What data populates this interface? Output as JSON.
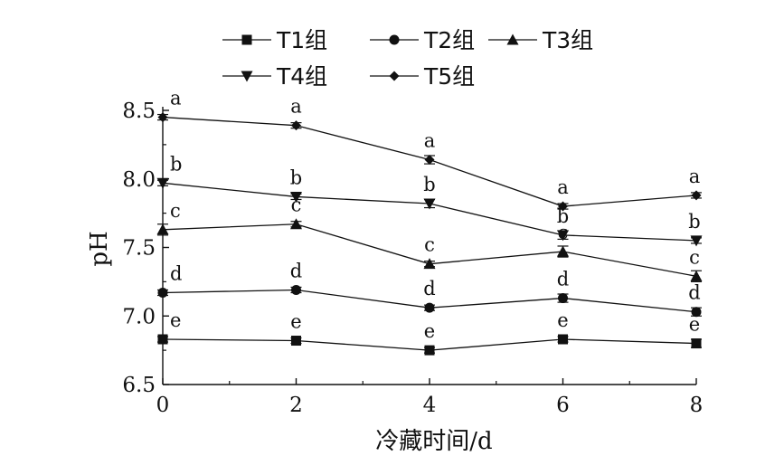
{
  "chart_data": {
    "type": "line",
    "title": "",
    "xlabel": "冷藏时间/d",
    "ylabel": "pH",
    "x": [
      0,
      2,
      4,
      6,
      8
    ],
    "xticks": [
      "0",
      "2",
      "4",
      "6",
      "8"
    ],
    "yticks": [
      "6.5",
      "7.0",
      "7.5",
      "8.0",
      "8.5"
    ],
    "xlim": [
      0,
      8
    ],
    "ylim": [
      6.5,
      8.5
    ],
    "grid": false,
    "legend_position": "top",
    "series": [
      {
        "name": "T1组",
        "marker": "square",
        "values": [
          6.83,
          6.82,
          6.75,
          6.83,
          6.8
        ],
        "errors": [
          0.02,
          0.02,
          0.02,
          0.02,
          0.03
        ],
        "labels": [
          "e",
          "e",
          "e",
          "e",
          "e"
        ]
      },
      {
        "name": "T2组",
        "marker": "circle",
        "values": [
          7.17,
          7.19,
          7.06,
          7.13,
          7.03
        ],
        "errors": [
          0.02,
          0.02,
          0.02,
          0.03,
          0.03
        ],
        "labels": [
          "d",
          "d",
          "d",
          "d",
          "d"
        ]
      },
      {
        "name": "T3组",
        "marker": "triangle-up",
        "values": [
          7.63,
          7.67,
          7.38,
          7.47,
          7.29
        ],
        "errors": [
          0.04,
          0.02,
          0.02,
          0.04,
          0.04
        ],
        "labels": [
          "c",
          "c",
          "c",
          "c",
          "c"
        ]
      },
      {
        "name": "T4组",
        "marker": "triangle-down",
        "values": [
          7.97,
          7.87,
          7.82,
          7.59,
          7.55
        ],
        "errors": [
          0.02,
          0.02,
          0.03,
          0.03,
          0.02
        ],
        "labels": [
          "b",
          "b",
          "b",
          "b",
          "b"
        ]
      },
      {
        "name": "T5组",
        "marker": "diamond",
        "values": [
          8.45,
          8.39,
          8.14,
          7.8,
          7.88
        ],
        "errors": [
          0.02,
          0.02,
          0.03,
          0.02,
          0.02
        ],
        "labels": [
          "a",
          "a",
          "a",
          "a",
          "a"
        ]
      }
    ],
    "colors": {
      "line": "#111111",
      "text": "#111111"
    }
  }
}
